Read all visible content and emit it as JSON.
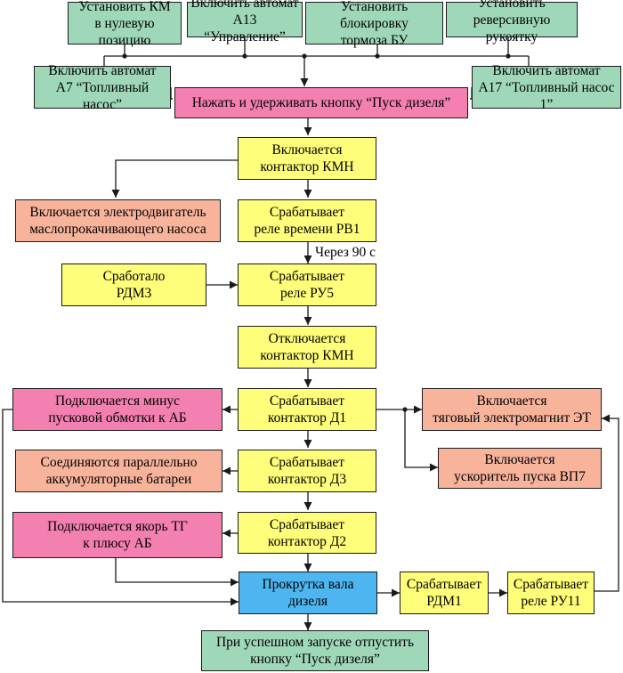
{
  "colors": {
    "green": "#9fd8b8",
    "yellow": "#fefe7a",
    "salmon": "#f8b39b",
    "pink": "#f47fb1",
    "blue": "#4db5ef",
    "line": "#1a1a1a"
  },
  "steps": {
    "set_km_zero": "Установить КМ\nв нулевую позицию",
    "enable_a13": "Включить автомат\nА13 “Управление”",
    "set_brake_lock": "Установить блокировку\nтормоза БУ",
    "set_reverse_handle": "Установить\nреверсивную рукоятку",
    "enable_a7": "Включить автомат\nА7 “Топливный насос”",
    "enable_a17": "Включить автомат\nА17 “Топливный насос 1”",
    "press_start": "Нажать и удерживать кнопку “Пуск дизеля”",
    "kmn_on": "Включается\nконтактор КМН",
    "oil_pump_motor_on": "Включается электродвигатель\nмаслопрокачивающего насоса",
    "rv1": "Срабатывает\nреле времени РВ1",
    "rdm3": "Сработало\nРДМ3",
    "ru5": "Срабатывает\nреле РУ5",
    "kmn_off": "Отключается\nконтактор КМН",
    "minus_start_winding": "Подключается минус\nпусковой обмотки к АБ",
    "d1": "Срабатывает\nконтактор Д1",
    "et_on": "Включается\nтяговый электромагнит ЭТ",
    "batteries_parallel": "Соединяются параллельно\nаккумуляторные батареи",
    "d3": "Срабатывает\nконтактор Д3",
    "vp7_on": "Включается\nускоритель пуска ВП7",
    "tg_anchor_plus": "Подключается якорь ТГ\nк плюсу АБ",
    "d2": "Срабатывает\nконтактор Д2",
    "crank_shaft": "Прокрутка вала\nдизеля",
    "rdm1": "Срабатывает\nРДМ1",
    "ru11": "Срабатывает\nреле РУ11",
    "release_button": "При успешном запуске отпустить\nкнопку “Пуск дизеля”"
  },
  "delay_label": "Через 90 с"
}
